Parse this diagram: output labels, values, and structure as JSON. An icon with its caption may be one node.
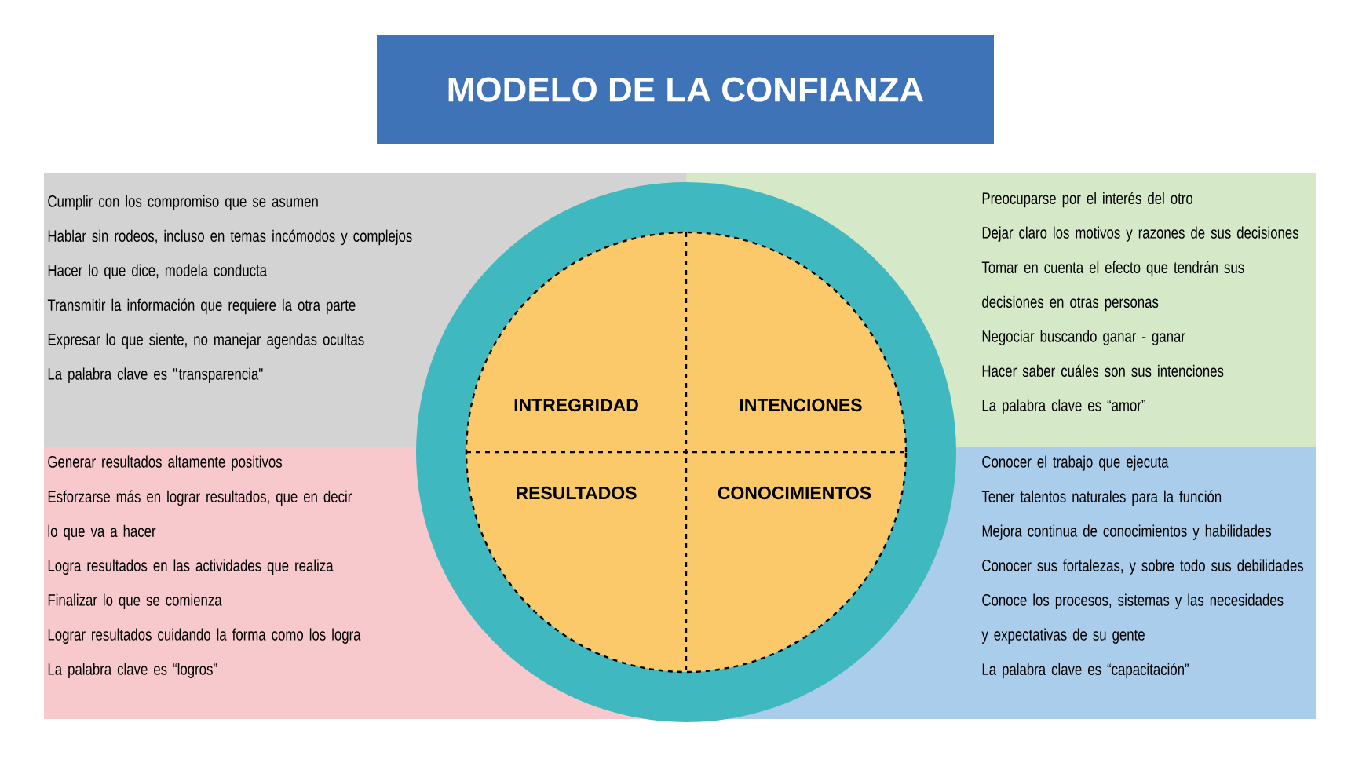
{
  "diagram": {
    "title": "MODELO DE LA CONFIANZA",
    "nodes": [
      {
        "text": [
          "Cumplir con los compromiso que se asumen",
          "Hablar sin rodeos, incluso en temas incómodos y complejos",
          "Hacer lo que dice, modela conducta",
          "Transmitir la información que requiere la otra parte",
          "Expresar lo que siente, no manejar agendas ocultas",
          "La palabra clave es \"transparencia\""
        ]
      },
      {
        "text": [
          "Preocuparse por el interés del otro",
          "Dejar claro los motivos y razones de sus decisiones",
          "Tomar en cuenta el efecto que tendrán sus decisiones en otras personas",
          "Negociar buscando ganar - ganar",
          "Hacer saber cuáles son sus intenciones",
          "La palabra clave es “amor”"
        ]
      },
      {
        "text": [
          "Generar resultados altamente positivos",
          "Esforzarse más en lograr resultados, que en decir lo que va a hacer",
          "Logra resultados en las actividades que realiza",
          "Finalizar lo que se comienza",
          "Lograr resultados cuidando la forma como los logra",
          "La palabra clave es “logros”"
        ]
      },
      {
        "text": [
          "Conocer el trabajo que ejecuta",
          "Tener talentos naturales para la función",
          "Mejora continua de conocimientos  y habilidades",
          "Conocer sus fortalezas, y sobre todo sus debilidades",
          "Conoce los procesos, sistemas y las necesidades y expectativas de su gente",
          "La palabra clave es “capacitación”"
        ]
      },
      {
        "text": [],
        "shape": "circle"
      },
      {
        "text": [
          "INTREGRIDAD",
          "INTENCIONES",
          "RESULTADOS",
          "CONOCIMIENTOS"
        ],
        "in": 4
      }
    ]
  }
}
